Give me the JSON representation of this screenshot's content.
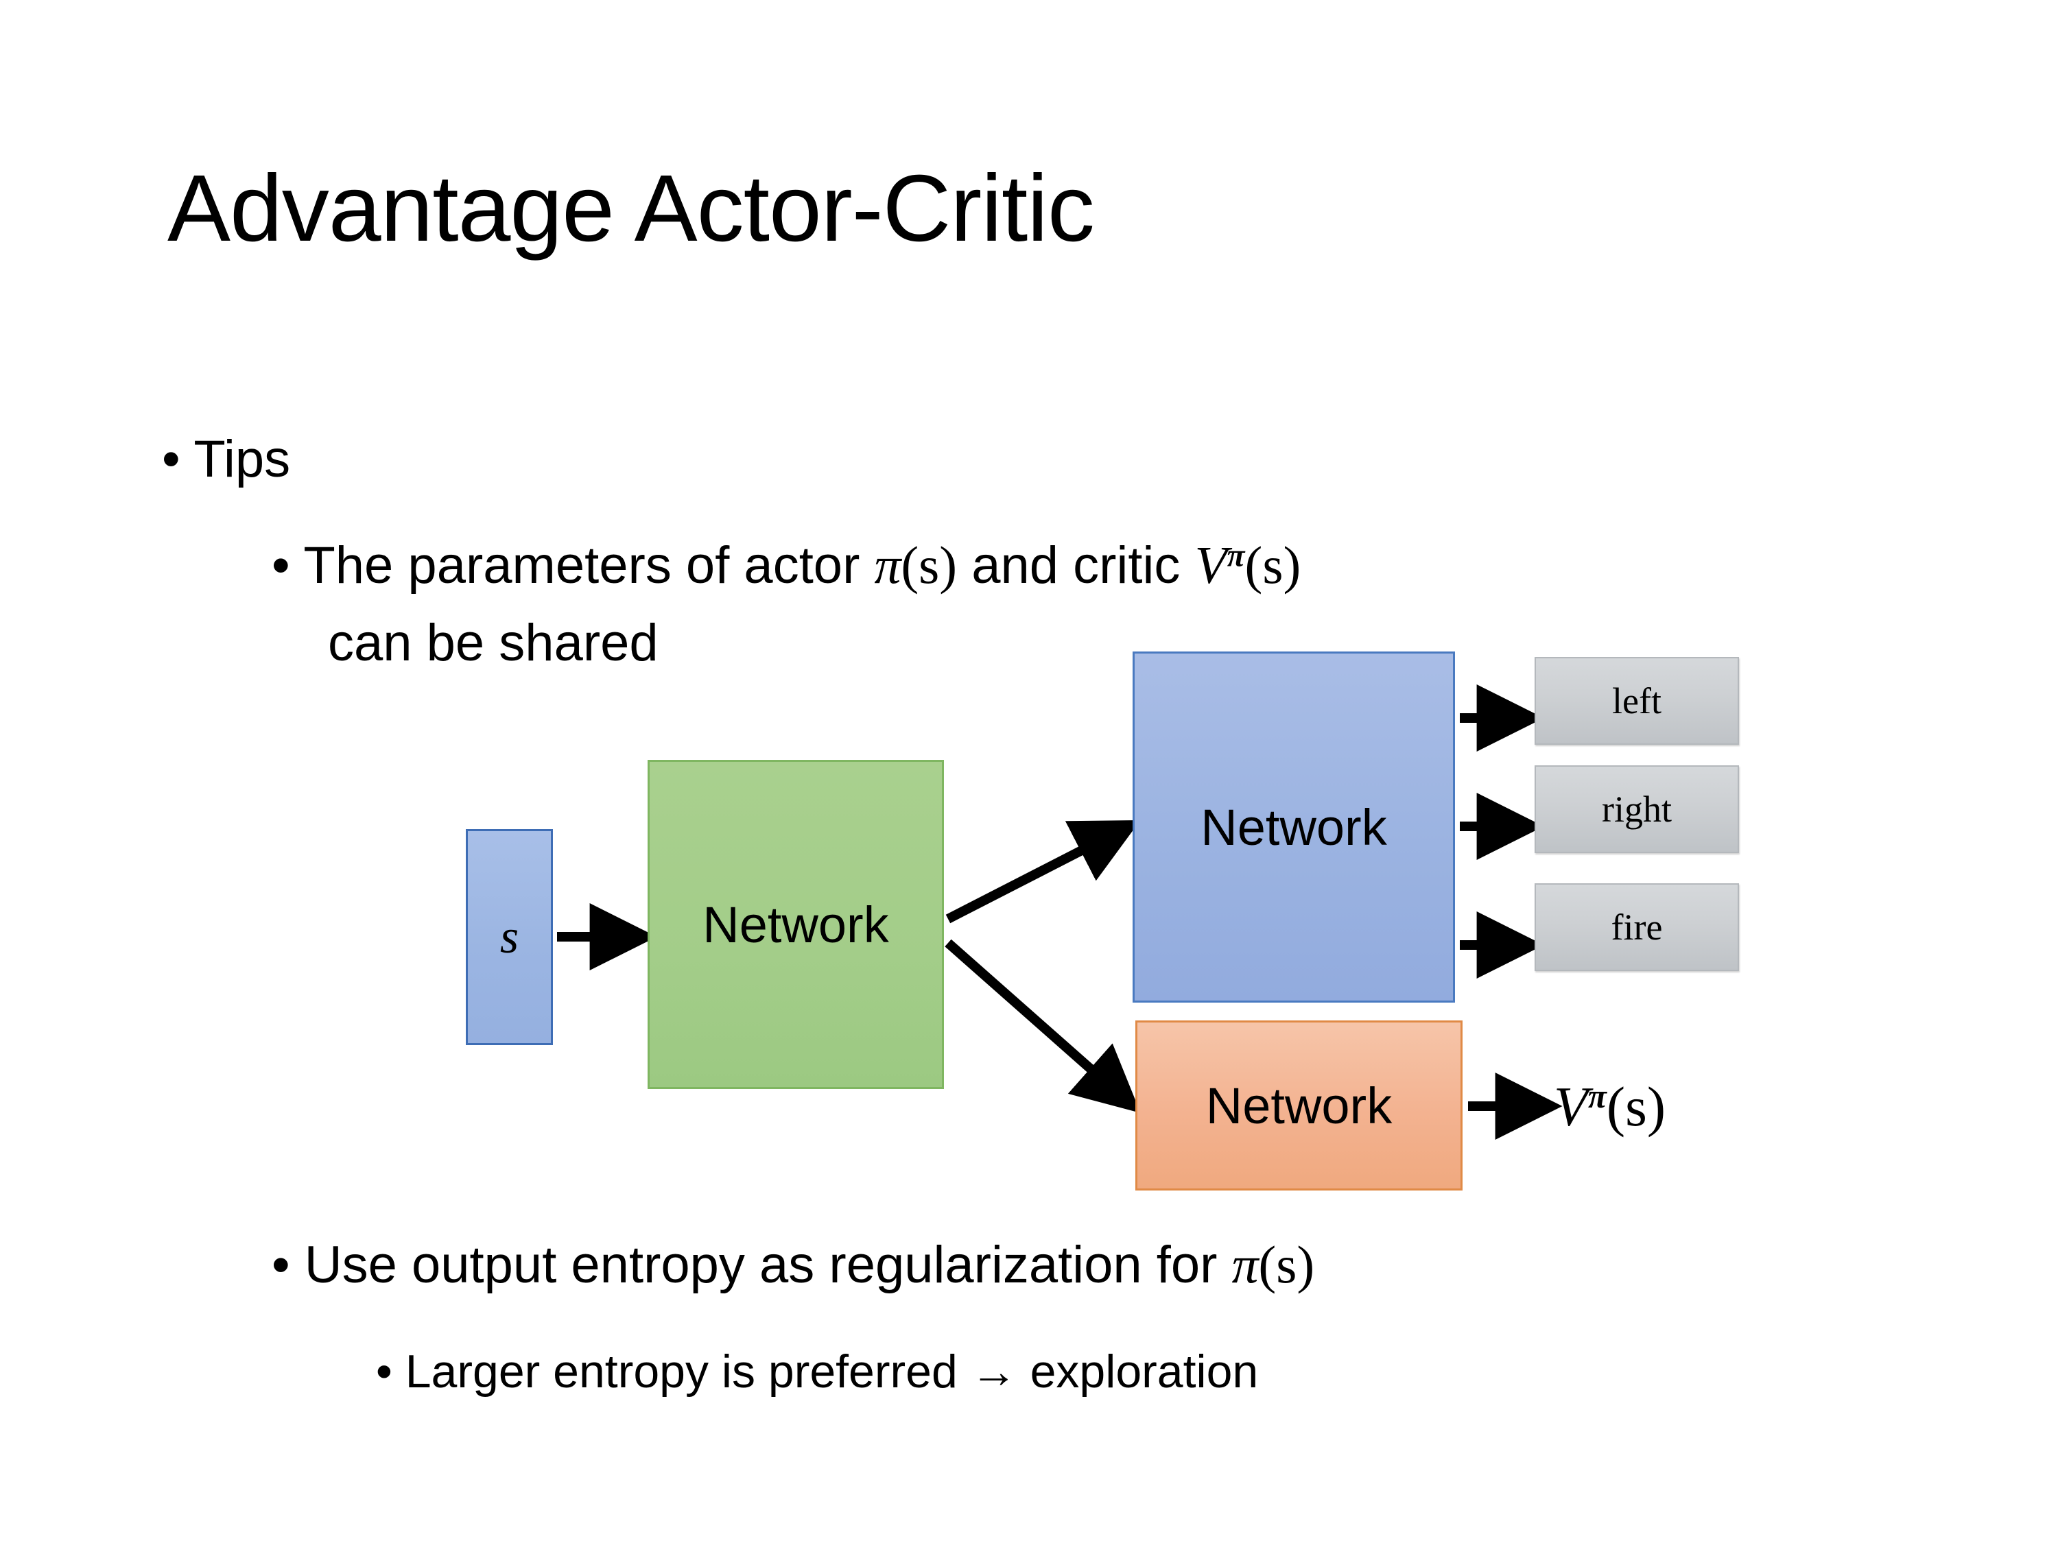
{
  "slide": {
    "title": "Advantage Actor-Critic",
    "background_color": "#FFFFFF"
  },
  "bullets": {
    "tips": {
      "marker": "•",
      "text": "Tips"
    },
    "parameters": {
      "marker": "•",
      "text_before_pi": "The parameters of actor ",
      "pi_symbol": "π",
      "pi_arg": "(s)",
      "text_mid": "  and critic ",
      "v_symbol": "V",
      "v_sup": "π",
      "v_arg": "(s)",
      "line2": "can be shared"
    },
    "entropy": {
      "marker": "•",
      "text_before_pi": "Use output entropy as regularization for ",
      "pi_symbol": "π",
      "pi_arg": "(s)"
    },
    "larger": {
      "marker": "•",
      "text": "Larger entropy is preferred → exploration"
    }
  },
  "diagram": {
    "state_box": {
      "label": "s",
      "fill": "#9BB5E2",
      "stroke": "#3E6DB5"
    },
    "shared_network": {
      "label": "Network",
      "fill": "#A9D08E",
      "stroke": "#7FB661"
    },
    "actor_network": {
      "label": "Network",
      "fill": "#9BB3E1",
      "stroke": "#4A7AC0"
    },
    "critic_network": {
      "label": "Network",
      "fill": "#F3B290",
      "stroke": "#E08A46"
    },
    "actions": [
      {
        "label": "left",
        "fill": "#CDD0D3"
      },
      {
        "label": "right",
        "fill": "#CDD0D3"
      },
      {
        "label": "fire",
        "fill": "#CDD0D3"
      }
    ],
    "critic_output": {
      "v_symbol": "V",
      "v_sup": "π",
      "v_arg": "(s)"
    },
    "arrow_color": "#000000"
  }
}
